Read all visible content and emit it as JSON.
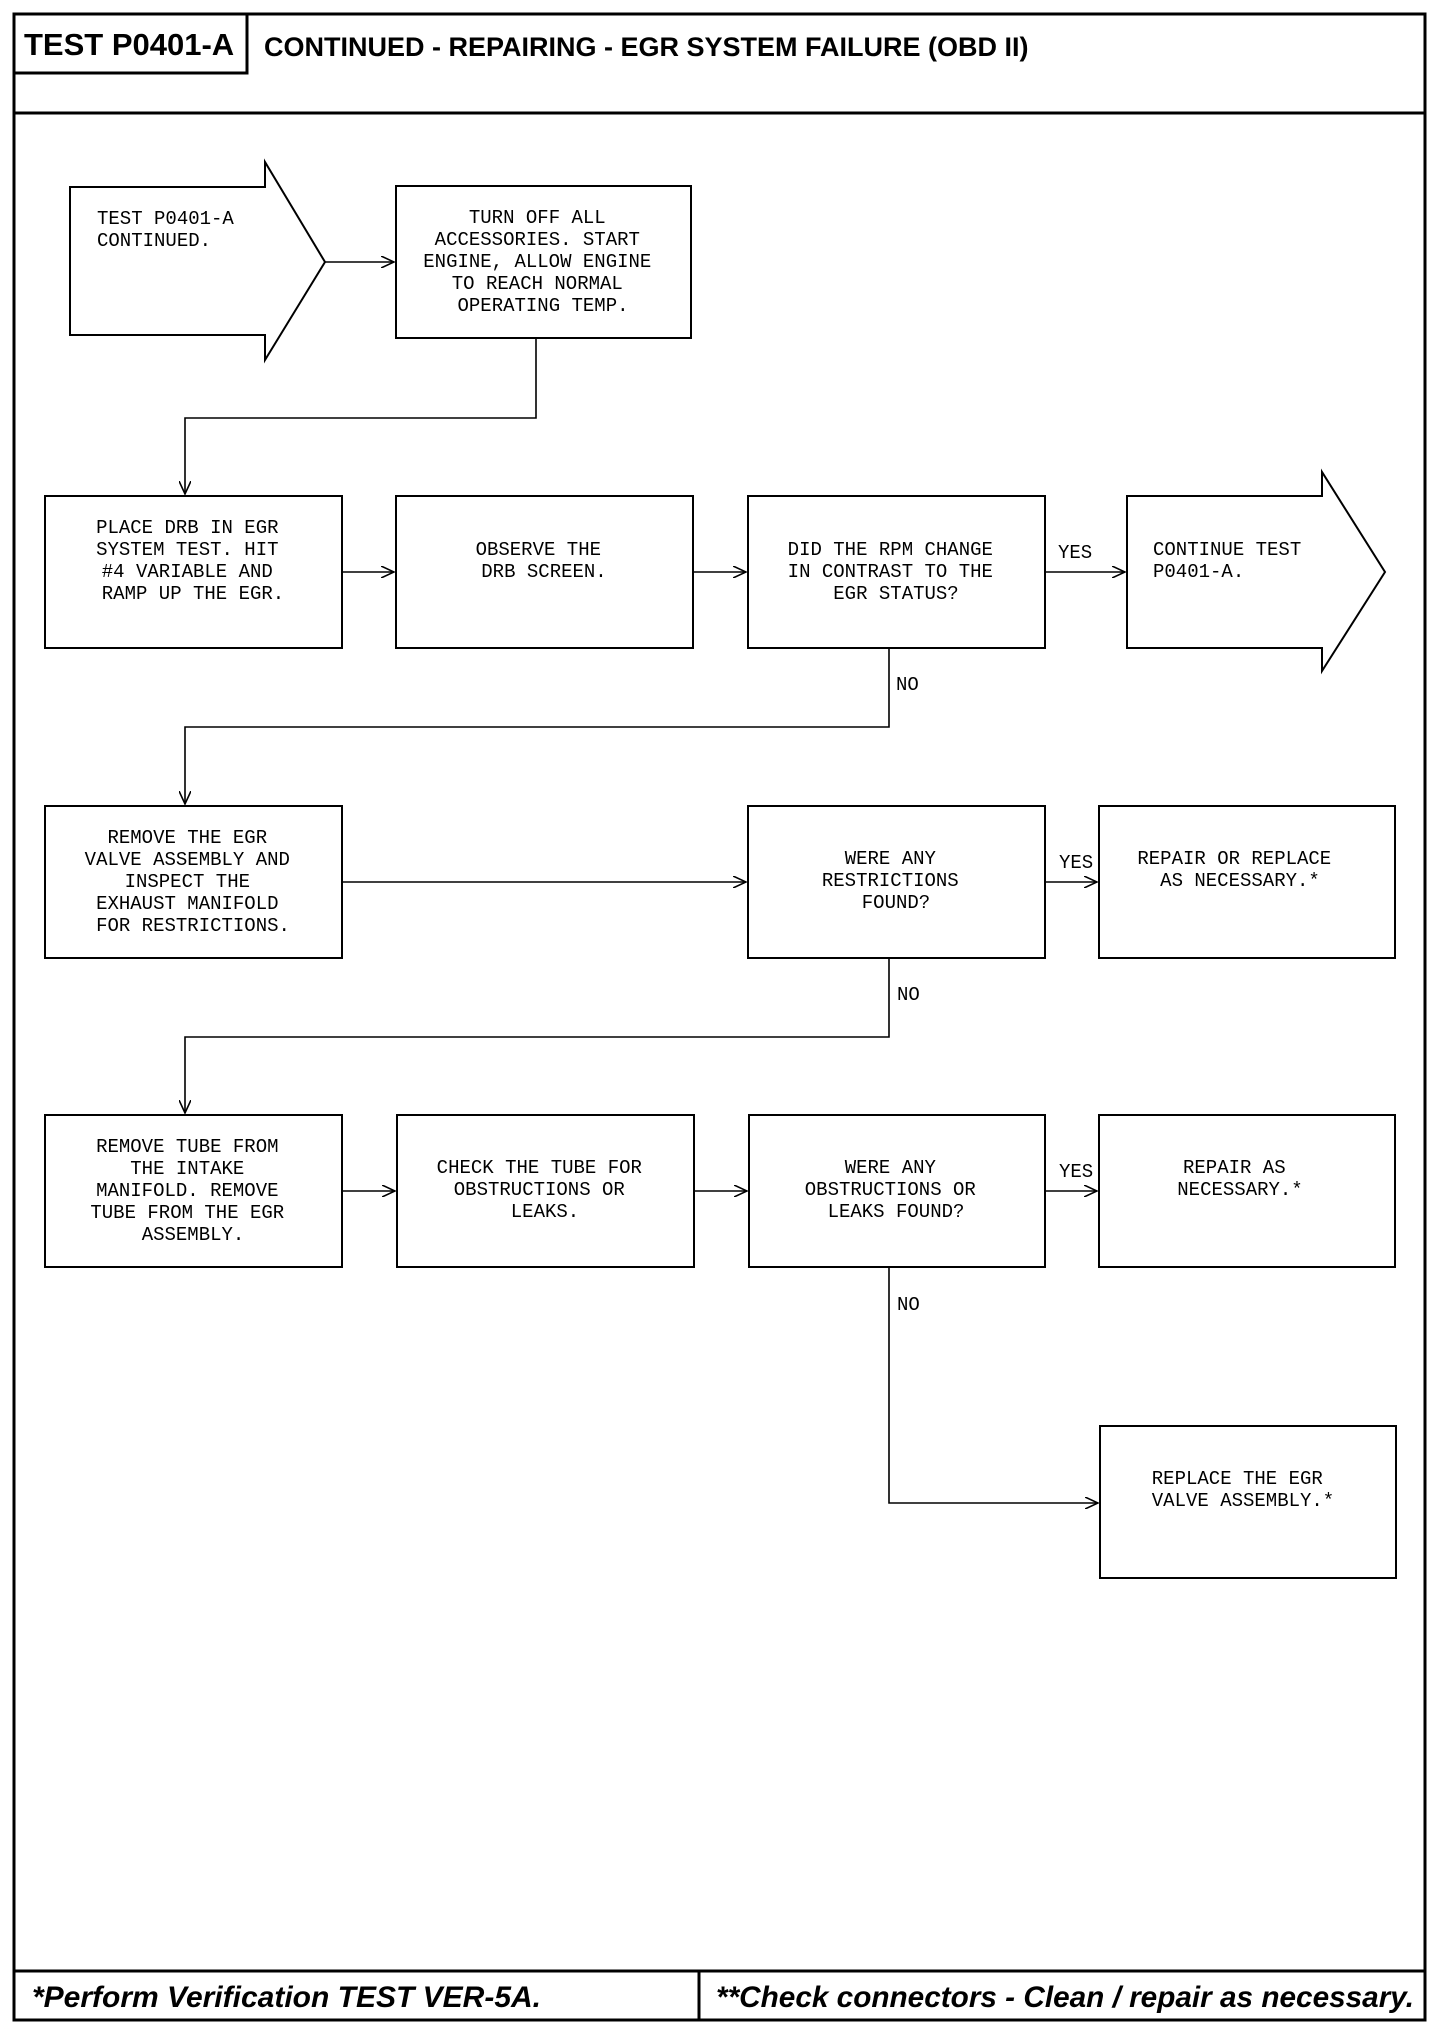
{
  "header": {
    "test_id": "TEST P0401-A",
    "title": "CONTINUED - REPAIRING - EGR SYSTEM FAILURE (OBD II)"
  },
  "nodes": {
    "start": [
      "TEST P0401-A",
      "CONTINUED."
    ],
    "turn_off": [
      "TURN OFF ALL",
      "ACCESSORIES. START",
      "ENGINE, ALLOW ENGINE",
      "TO REACH NORMAL",
      "OPERATING TEMP."
    ],
    "place_drb": [
      "PLACE DRB IN EGR",
      "SYSTEM TEST. HIT",
      "#4 VARIABLE AND",
      "RAMP UP THE EGR."
    ],
    "observe": [
      "OBSERVE THE",
      "DRB SCREEN."
    ],
    "rpm_change": [
      "DID THE RPM CHANGE",
      "IN CONTRAST TO THE",
      "EGR STATUS?"
    ],
    "continue_test": [
      "CONTINUE TEST",
      "P0401-A."
    ],
    "remove_valve": [
      "REMOVE THE EGR",
      "VALVE ASSEMBLY AND",
      "INSPECT THE",
      "EXHAUST MANIFOLD",
      "FOR RESTRICTIONS."
    ],
    "restrictions": [
      "WERE ANY",
      "RESTRICTIONS",
      "FOUND?"
    ],
    "repair_replace": [
      "REPAIR OR REPLACE",
      "AS NECESSARY.*"
    ],
    "remove_tube": [
      "REMOVE TUBE FROM",
      "THE INTAKE",
      "MANIFOLD. REMOVE",
      "TUBE FROM THE EGR",
      "ASSEMBLY."
    ],
    "check_tube": [
      "CHECK THE TUBE FOR",
      "OBSTRUCTIONS OR",
      "LEAKS."
    ],
    "obstructions": [
      "WERE ANY",
      "OBSTRUCTIONS OR",
      "LEAKS FOUND?"
    ],
    "repair_as": [
      "REPAIR AS",
      "NECESSARY.*"
    ],
    "replace_valve": [
      "REPLACE THE EGR",
      "VALVE ASSEMBLY.*"
    ]
  },
  "edge_labels": {
    "rpm_yes": "YES",
    "rpm_no": "NO",
    "restr_yes": "YES",
    "restr_no": "NO",
    "obst_yes": "YES",
    "obst_no": "NO"
  },
  "footer": {
    "left": "*Perform Verification TEST VER-5A.",
    "right": "**Check connectors - Clean / repair as necessary."
  }
}
